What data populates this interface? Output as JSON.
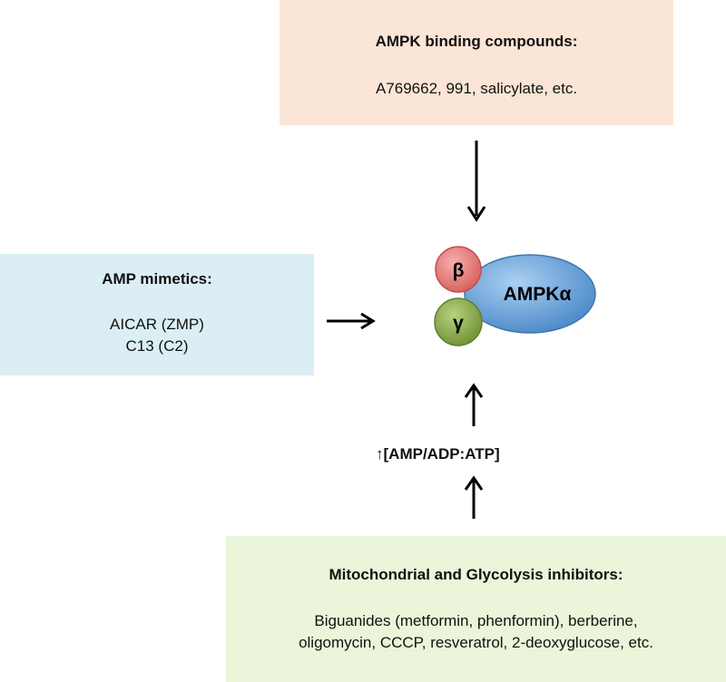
{
  "binding_box": {
    "title": "AMPK binding compounds:",
    "text": "A769662, 991, salicylate, etc."
  },
  "mimetics_box": {
    "title": "AMP mimetics:",
    "line1": "AICAR (ZMP)",
    "line2": "C13 (C2)"
  },
  "inhibitors_box": {
    "title": "Mitochondrial and Glycolysis inhibitors:",
    "line1": "Biguanides (metformin, phenformin), berberine,",
    "line2": "oligomycin, CCCP, resveratrol, 2-deoxyglucose, etc."
  },
  "ratio": {
    "arrow": "↑",
    "label": "[AMP/ADP:ATP]"
  },
  "complex": {
    "alpha_label": "AMPKα",
    "beta_label": "β",
    "gamma_label": "γ"
  },
  "colors": {
    "binding_box": "#fbe5d6",
    "mimetics_box": "#dbeef4",
    "inhibitors_box": "#ebf5d9",
    "alpha": "#5b9bd5",
    "beta": "#e87a78",
    "gamma": "#8aab4c"
  }
}
